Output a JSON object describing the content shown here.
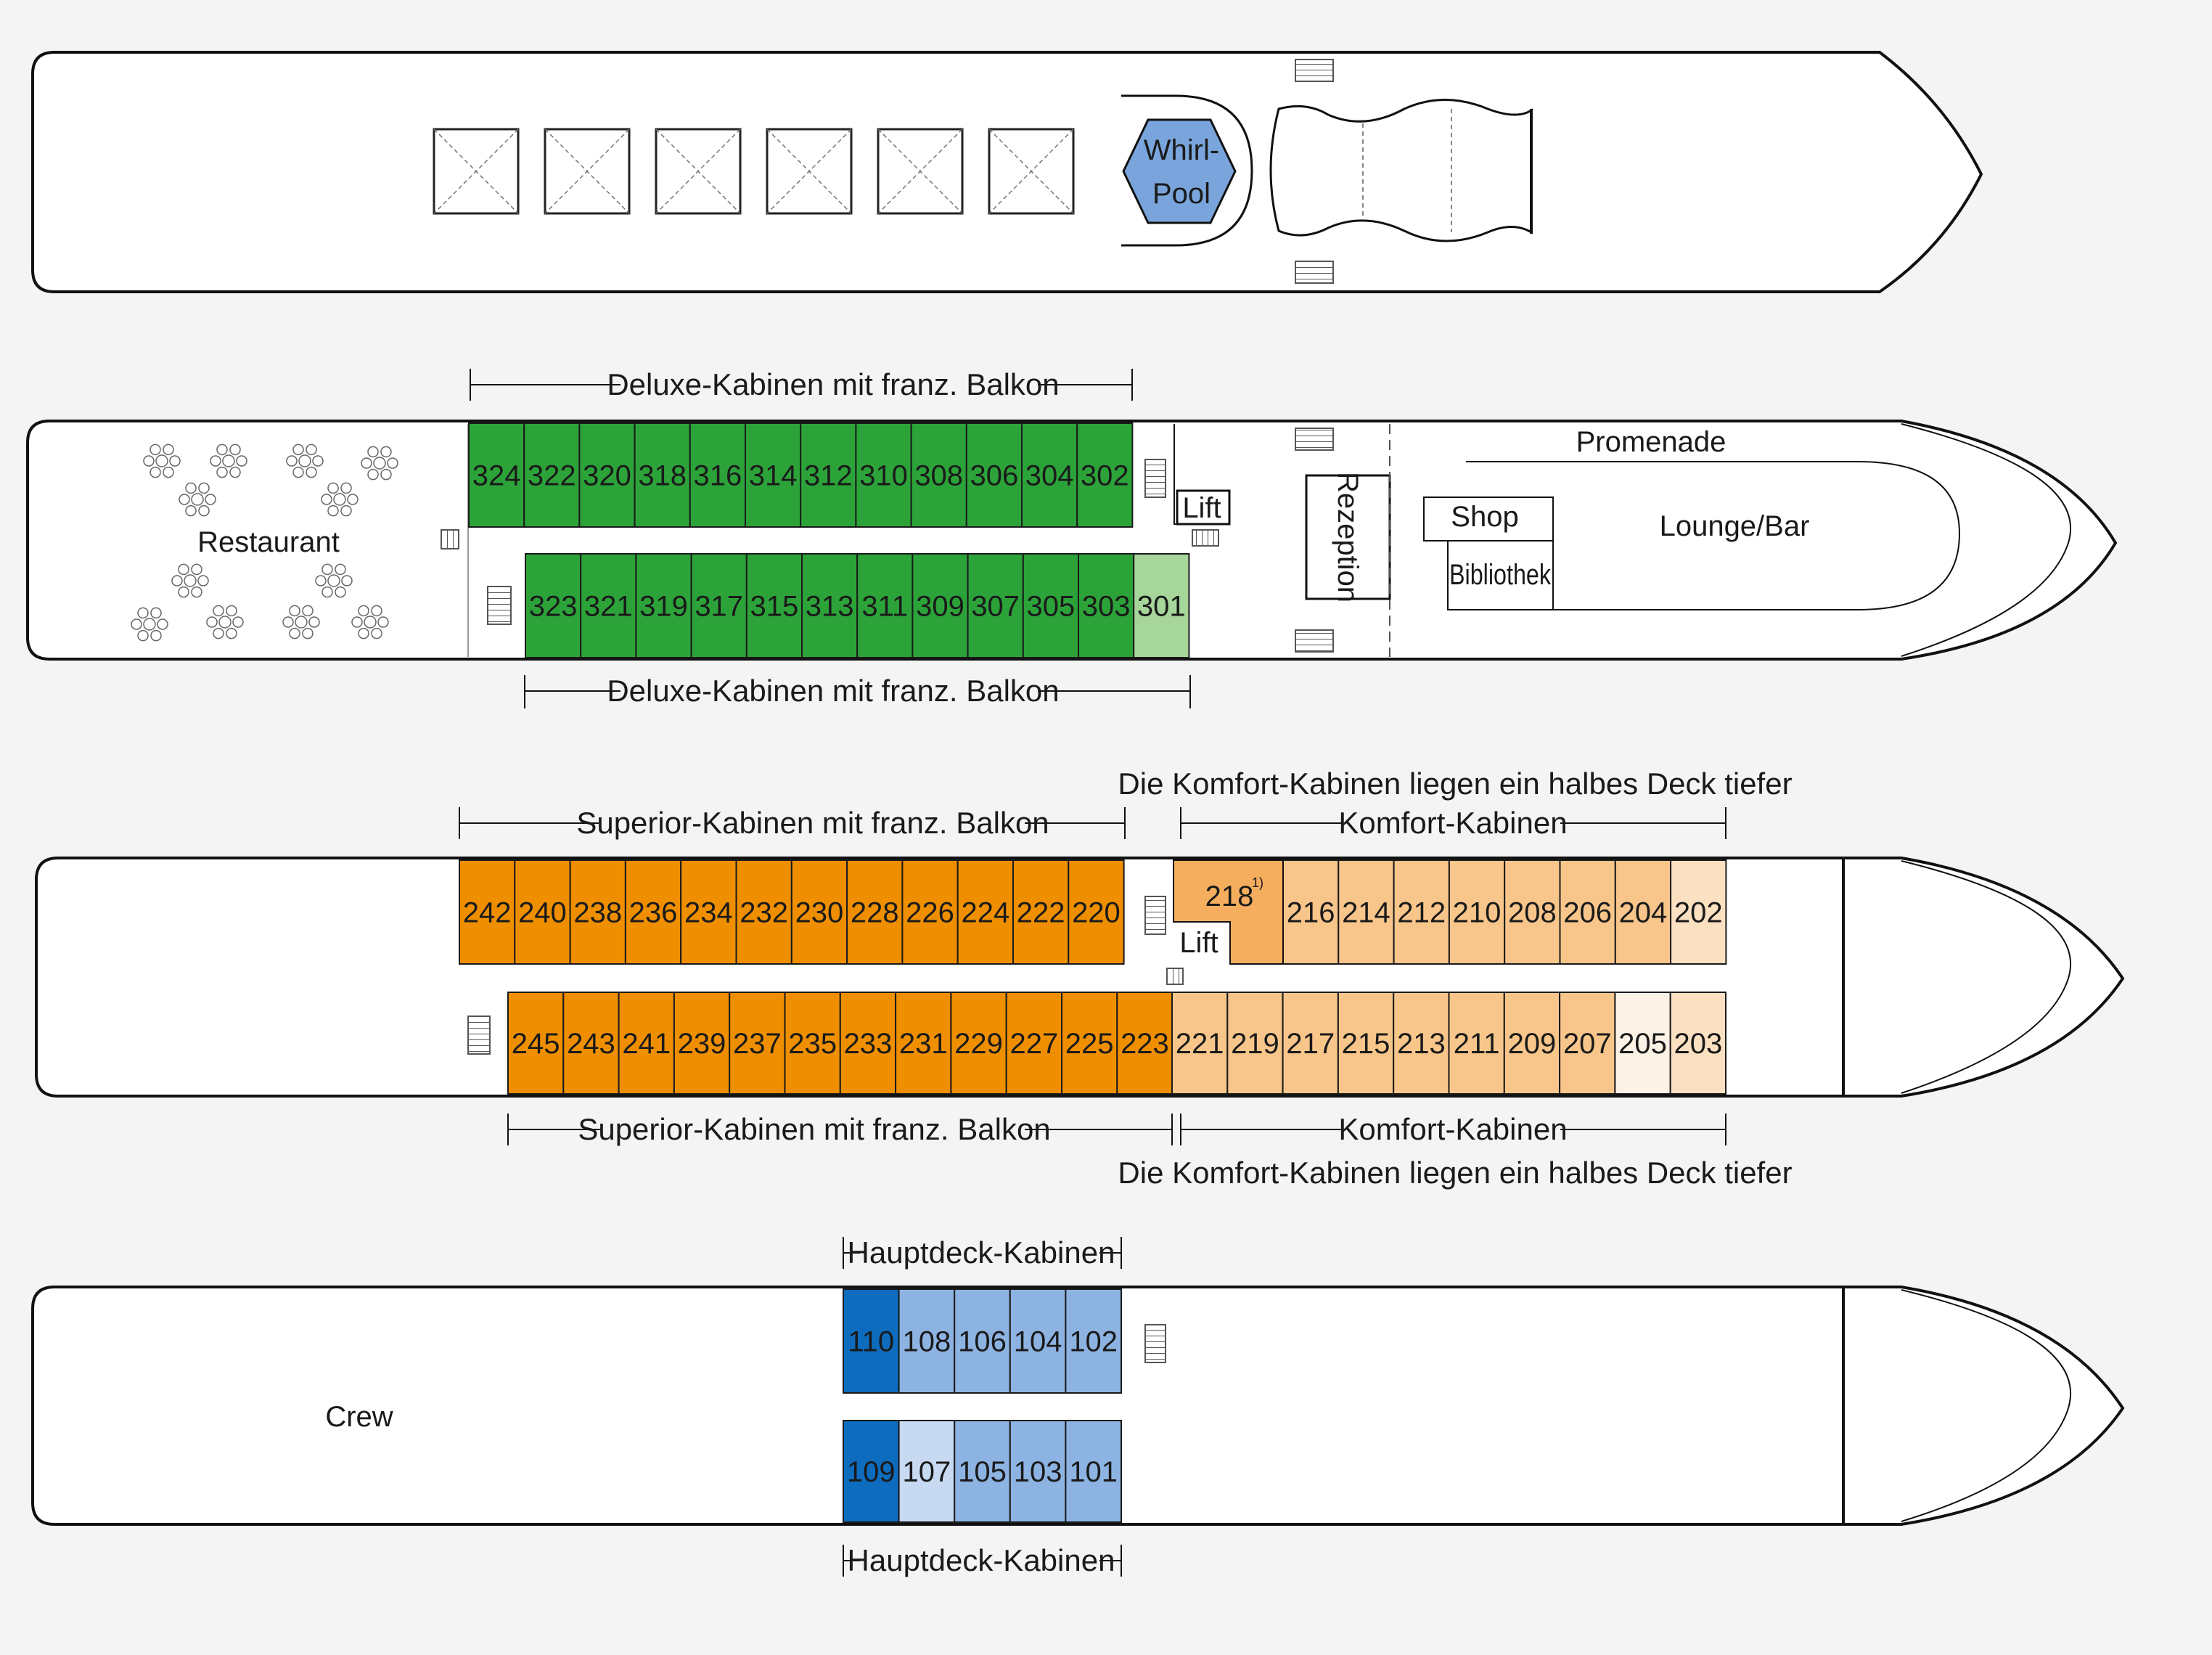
{
  "colors": {
    "deluxe": "#2ca339",
    "deluxe_light": "#a6d69a",
    "superior": "#ef8f00",
    "komfort": "#f8c68b",
    "komfort_pale": "#fbe0c2",
    "komfort_palest": "#fdf2e6",
    "komfort_218": "#f4ae5e",
    "haupt_dark": "#0d6cbd",
    "haupt": "#8db3e2",
    "haupt_pale": "#c8daf2",
    "whirlpool": "#7aa5dc"
  },
  "sun_deck": {
    "whirlpool_label_1": "Whirl-",
    "whirlpool_label_2": "Pool"
  },
  "upper_deck": {
    "deluxe_label_top": "Deluxe-Kabinen mit franz. Balkon",
    "deluxe_label_bottom": "Deluxe-Kabinen mit franz. Balkon",
    "restaurant": "Restaurant",
    "lift": "Lift",
    "rezeption": "Rezeption",
    "promenade": "Promenade",
    "shop": "Shop",
    "bibliothek": "Bibliothek",
    "lounge": "Lounge/Bar",
    "row_top": [
      "324",
      "322",
      "320",
      "318",
      "316",
      "314",
      "312",
      "310",
      "308",
      "306",
      "304",
      "302"
    ],
    "row_bottom": [
      "323",
      "321",
      "319",
      "317",
      "315",
      "313",
      "311",
      "309",
      "307",
      "305",
      "303",
      "301"
    ]
  },
  "middle_deck": {
    "superior_label_top": "Superior-Kabinen mit franz. Balkon",
    "superior_label_bottom": "Superior-Kabinen mit franz. Balkon",
    "komfort_label_top": "Komfort-Kabinen",
    "komfort_label_bottom": "Komfort-Kabinen",
    "komfort_note_top": "Die Komfort-Kabinen liegen ein halbes Deck tiefer",
    "komfort_note_bottom": "Die Komfort-Kabinen liegen ein halbes Deck tiefer",
    "lift": "Lift",
    "cabin_218": "218",
    "cabin_218_note": "1)",
    "row_top_superior": [
      "242",
      "240",
      "238",
      "236",
      "234",
      "232",
      "230",
      "228",
      "226",
      "224",
      "222",
      "220"
    ],
    "row_top_komfort": [
      "216",
      "214",
      "212",
      "210",
      "208",
      "206",
      "204",
      "202"
    ],
    "row_bottom_superior": [
      "245",
      "243",
      "241",
      "239",
      "237",
      "235",
      "233",
      "231",
      "229",
      "227",
      "225",
      "223"
    ],
    "row_bottom_komfort": [
      "221",
      "219",
      "217",
      "215",
      "213",
      "211",
      "209",
      "207",
      "205",
      "203"
    ]
  },
  "main_deck": {
    "haupt_label_top": "Hauptdeck-Kabinen",
    "haupt_label_bottom": "Hauptdeck-Kabinen",
    "crew": "Crew",
    "row_top": [
      "110",
      "108",
      "106",
      "104",
      "102"
    ],
    "row_bottom": [
      "109",
      "107",
      "105",
      "103",
      "101"
    ]
  }
}
